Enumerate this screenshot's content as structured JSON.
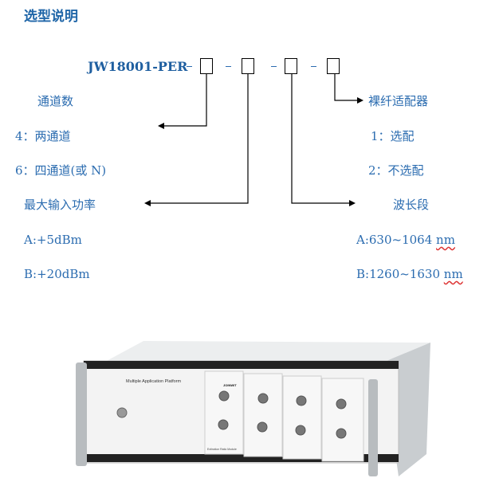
{
  "title": "选型说明",
  "model": "JW18001-PER",
  "left": {
    "channel_heading": "通道数",
    "channel_options": [
      "4：两通道",
      "6：四通道(或 N)"
    ],
    "power_heading": "最大输入功率",
    "power_options": [
      "A:+5dBm",
      "B:+20dBm"
    ]
  },
  "right": {
    "adapter_heading": "裸纤适配器",
    "adapter_options": [
      "1：选配",
      "2：不选配"
    ],
    "wavelength_heading": "波长段",
    "wavelength_options": [
      {
        "range": "A:630~1064",
        "unit": "nm"
      },
      {
        "range": "B:1260~1630",
        "unit": "nm"
      }
    ]
  },
  "device": {
    "platform_label": "Multiple Application Platform",
    "module_label": "Extinction Ratio Module",
    "brand": "JOINWIT"
  }
}
